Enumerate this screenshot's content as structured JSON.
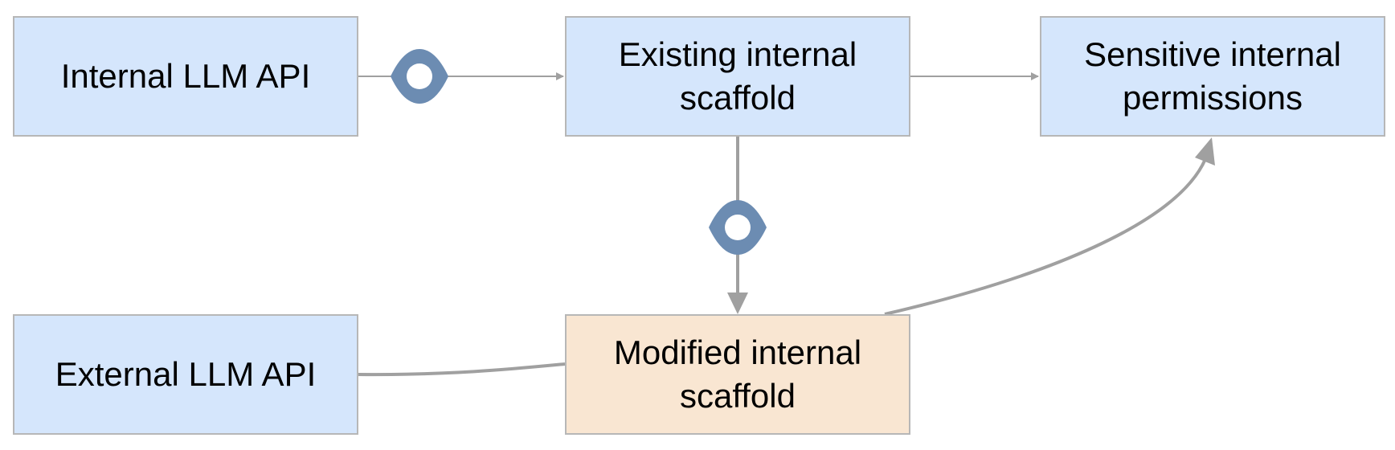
{
  "colors": {
    "node_fill_default": "#d5e6fc",
    "node_fill_highlight": "#f9e6d2",
    "node_border": "#b7b7b7",
    "edge": "#a0a0a0",
    "monitor_icon": "#6c8cb2",
    "text": "#000000"
  },
  "nodes": {
    "internal_api": {
      "label": "Internal LLM API",
      "fill": "#d5e6fc"
    },
    "existing_scaffold": {
      "label": "Existing internal\nscaffold",
      "fill": "#d5e6fc"
    },
    "sensitive_permissions": {
      "label": "Sensitive internal\npermissions",
      "fill": "#d5e6fc"
    },
    "external_api": {
      "label": "External LLM API",
      "fill": "#d5e6fc"
    },
    "modified_scaffold": {
      "label": "Modified internal\nscaffold",
      "fill": "#f9e6d2"
    }
  },
  "edges": [
    {
      "from": "internal_api",
      "to": "existing_scaffold",
      "monitored": true
    },
    {
      "from": "existing_scaffold",
      "to": "sensitive_permissions",
      "monitored": false
    },
    {
      "from": "existing_scaffold",
      "to": "modified_scaffold",
      "monitored": true
    },
    {
      "from": "external_api",
      "to": "modified_scaffold",
      "monitored": false
    },
    {
      "from": "modified_scaffold",
      "to": "sensitive_permissions",
      "monitored": false
    }
  ],
  "icons": {
    "monitor": "eye-icon"
  }
}
